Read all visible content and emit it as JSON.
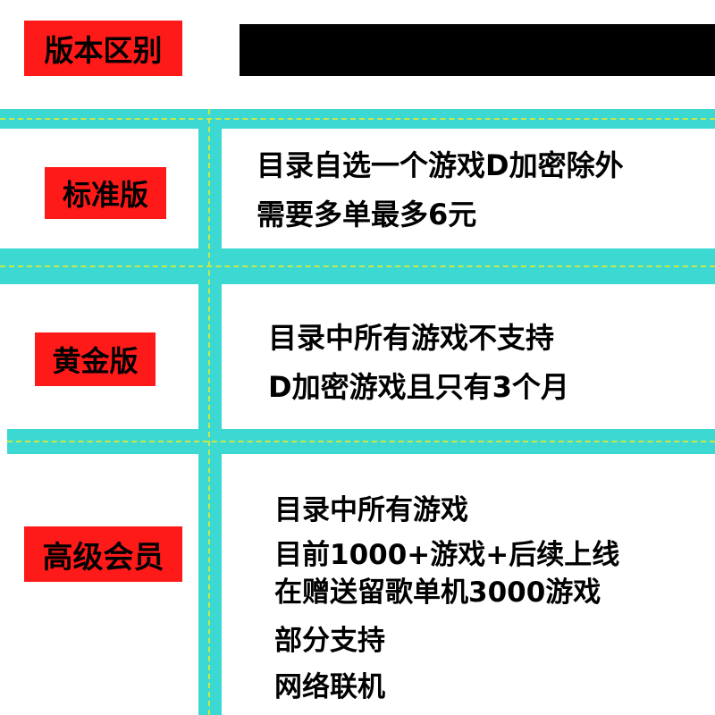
{
  "header": {
    "title_label": "版本区别"
  },
  "rows": [
    {
      "label": "标准版",
      "lines": [
        "目录自选一个游戏D加密除外",
        "需要多单最多6元"
      ]
    },
    {
      "label": "黄金版",
      "lines": [
        "目录中所有游戏不支持",
        "D加密游戏且只有3个月"
      ]
    },
    {
      "label": "高级会员",
      "lines": [
        "目录中所有游戏",
        "目前1000+游戏+后续上线",
        "在赠送留歌单机3000游戏",
        "部分支持",
        "网络联机"
      ]
    }
  ],
  "colors": {
    "label_bg": "#ff1a1a",
    "grid_teal": "#3cd9d3",
    "grid_dash": "#c8e84a",
    "redaction": "#000000"
  }
}
